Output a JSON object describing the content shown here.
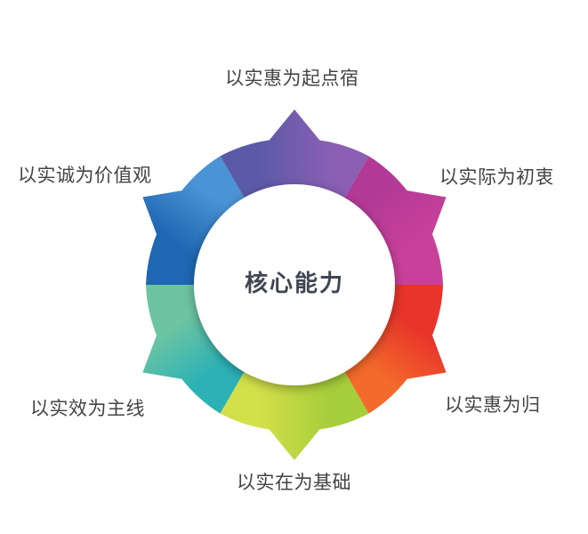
{
  "center": {
    "title": "核心能力"
  },
  "segments": [
    {
      "key": "top",
      "label": "以实惠为起点宿",
      "color_from": "#5b5aa8",
      "color_to": "#8a5fb4"
    },
    {
      "key": "top-right",
      "label": "以实际为初衷",
      "color_from": "#b23a96",
      "color_to": "#c8409a"
    },
    {
      "key": "bottom-right",
      "label": "以实惠为归",
      "color_from": "#e8342a",
      "color_to": "#f36a2a"
    },
    {
      "key": "bottom",
      "label": "以实在为基础",
      "color_from": "#a6cd3a",
      "color_to": "#d4e04a"
    },
    {
      "key": "bottom-left",
      "label": "以实效为主线",
      "color_from": "#2bb1b6",
      "color_to": "#6cc4a2"
    },
    {
      "key": "top-left",
      "label": "以实诚为价值观",
      "color_from": "#1f67b3",
      "color_to": "#4a93d4"
    }
  ]
}
